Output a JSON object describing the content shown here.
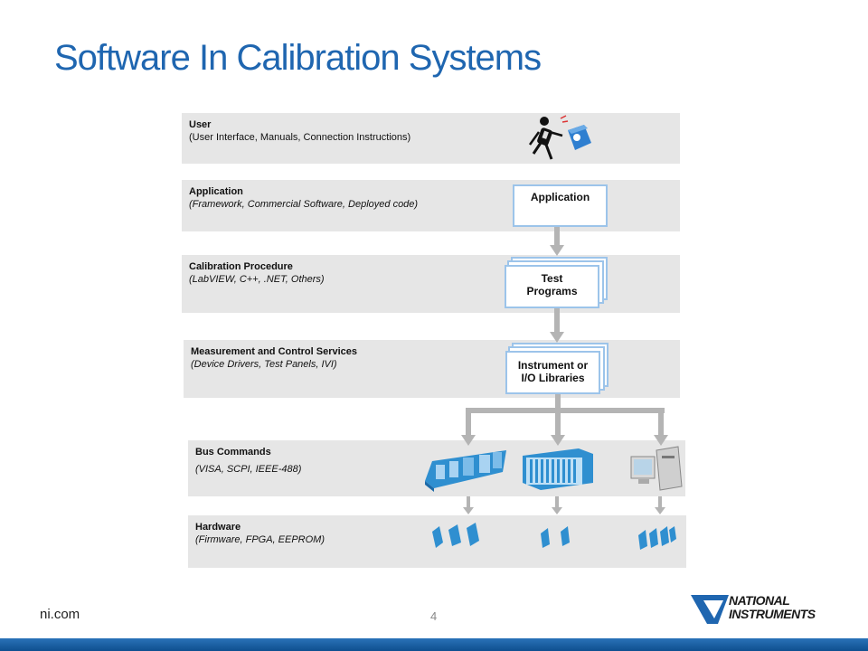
{
  "slide": {
    "title": "Software In Calibration Systems",
    "footer_left": "ni.com",
    "page_number": "4"
  },
  "logo": {
    "line1": "NATIONAL",
    "line2": "INSTRUMENTS"
  },
  "layers": [
    {
      "title": "User",
      "subtitle": "(User Interface, Manuals, Connection Instructions)"
    },
    {
      "title": "Application",
      "subtitle": "(Framework, Commercial Software, Deployed code)"
    },
    {
      "title": "Calibration Procedure",
      "subtitle": "(LabVIEW, C++, .NET, Others)"
    },
    {
      "title": "Measurement and Control Services",
      "subtitle": "(Device Drivers, Test Panels, IVI)"
    },
    {
      "title": "Bus Commands",
      "subtitle": "(VISA, SCPI, IEEE-488)"
    },
    {
      "title": "Hardware",
      "subtitle": "(Firmware, FPGA, EEPROM)"
    }
  ],
  "boxes": {
    "application": "Application",
    "test_programs_1": "Test",
    "test_programs_2": "Programs",
    "libraries_1": "Instrument or",
    "libraries_2": "I/O Libraries"
  },
  "colors": {
    "title_blue": "#1f66b0",
    "layer_gray": "#e6e6e6",
    "box_border": "#9cc4ea",
    "arrow_gray": "#b4b4b4",
    "hardware_blue": "#2f8fd0"
  }
}
